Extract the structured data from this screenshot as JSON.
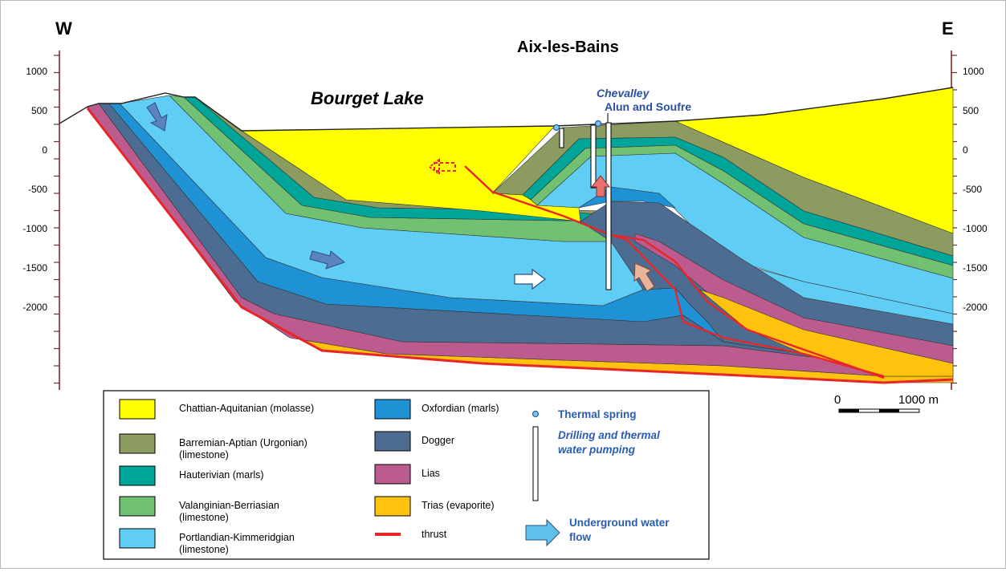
{
  "header": {
    "west": "W",
    "east": "E",
    "place": "Aix-les-Bains"
  },
  "labels": {
    "lake": "Bourget Lake",
    "spring_1": "Chevalley",
    "spring_2": "Alun and Soufre"
  },
  "axis": {
    "ticks": [
      "1000",
      "500",
      "0",
      "-500",
      "-1000",
      "-1500",
      "-2000"
    ]
  },
  "scale": {
    "start": "0",
    "end": "1000 m"
  },
  "legend": {
    "layers": [
      {
        "label": "Chattian-Aquitanian (molasse)",
        "color": "#ffff00"
      },
      {
        "label": "Barremian-Aptian (Urgonian)",
        "label2": "(limestone)",
        "color": "#8c9c60"
      },
      {
        "label": "Hauterivian (marls)",
        "color": "#00a59a"
      },
      {
        "label": "Valanginian-Berriasian",
        "label2": "(limestone)",
        "color": "#72c173"
      },
      {
        "label": "Portlandian-Kimmeridgian",
        "label2": "(limestone)",
        "color": "#5fcdf4"
      },
      {
        "label": "Oxfordian (marls)",
        "color": "#1f92d6"
      },
      {
        "label": "Dogger",
        "color": "#4d6c91"
      },
      {
        "label": "Lias",
        "color": "#bb5b8e"
      },
      {
        "label": "Trias (evaporite)",
        "color": "#ffc20e"
      }
    ],
    "thrust": {
      "label": "thrust",
      "color": "#e8262a"
    },
    "thermal_spring": "Thermal spring",
    "drilling_1": "Drilling and thermal",
    "drilling_2": "water pumping",
    "flow_1": "Underground water",
    "flow_2": "flow"
  }
}
